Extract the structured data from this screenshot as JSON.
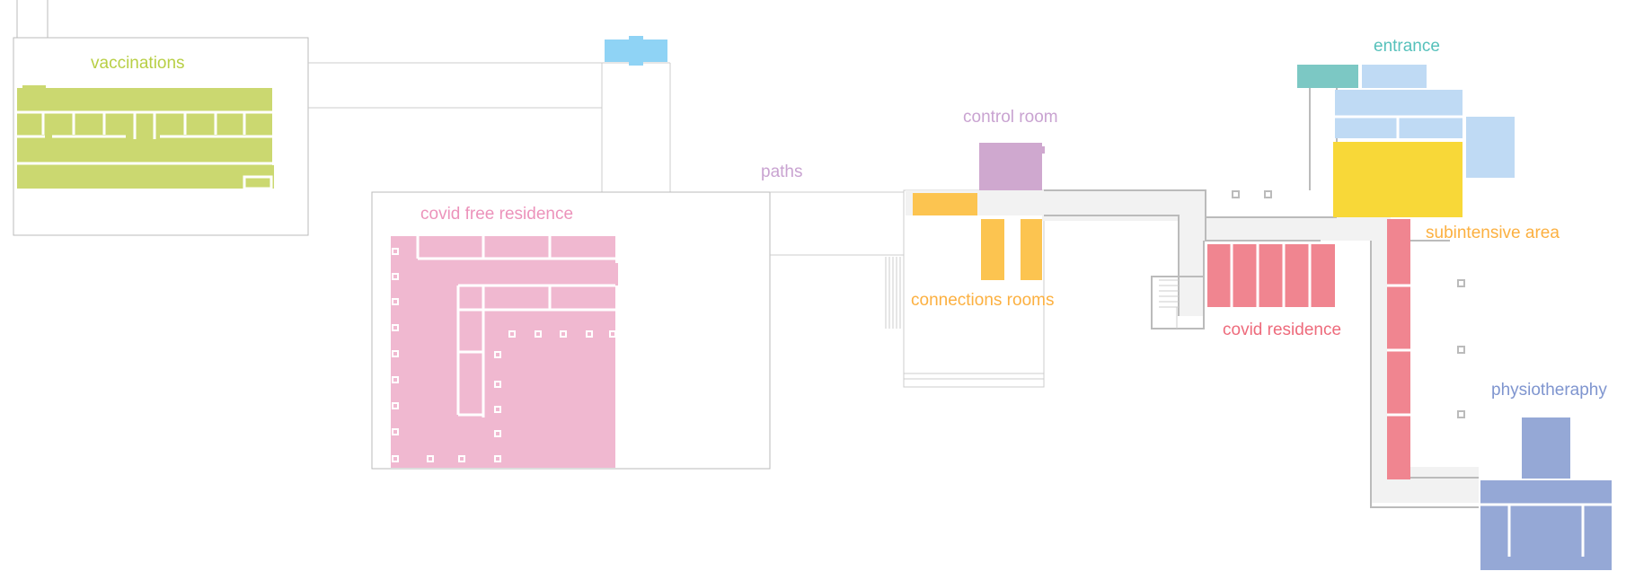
{
  "labels": {
    "vaccinations": "vaccinations",
    "covid_free_residence": "covid free residence",
    "paths": "paths",
    "control_room": "control room",
    "connections_rooms": "connections rooms",
    "covid_residence": "covid residence",
    "entrance": "entrance",
    "subintensive_area": "subintensive area",
    "physiotheraphy": "physiotheraphy"
  },
  "colors": {
    "vaccinations": "#cbd870",
    "covid_free_residence": "#f0b8d0",
    "paths": "#c9a3d1",
    "control_room": "#cfa8cf",
    "connections_rooms": "#fcc450",
    "covid_residence": "#f08590",
    "entrance_teal": "#7cc8c4",
    "entrance_blue": "#bfdaf4",
    "subintensive_area": "#f8d838",
    "subintensive_label": "#fcb040",
    "physiotheraphy": "#95a8d6",
    "small_blue_block": "#8fd3f5",
    "corridor": "#f2f2f2",
    "outline": "#bbbbbb",
    "wall_line": "#cccccc",
    "vaccinations_label": "#b8cf45",
    "covid_free_label": "#ec93bb",
    "covid_residence_label": "#ee6b7c",
    "entrance_label": "#56c1bb",
    "physio_label": "#7f95cf"
  }
}
